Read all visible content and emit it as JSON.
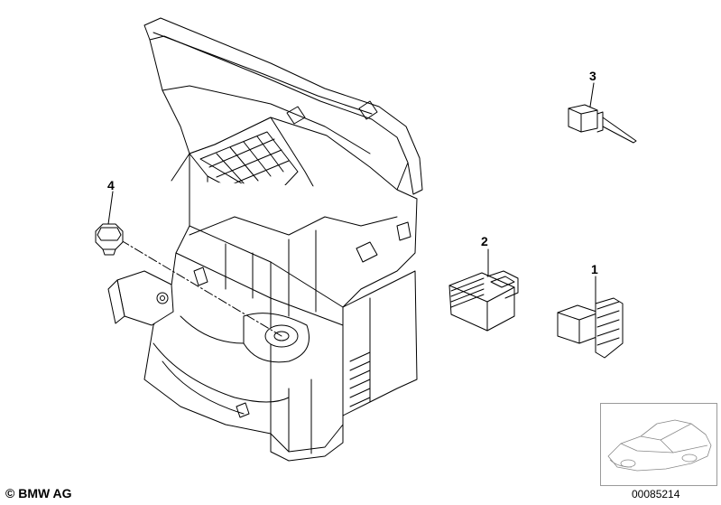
{
  "callouts": {
    "part1": "1",
    "part2": "2",
    "part3": "3",
    "part4": "4"
  },
  "footer": {
    "copyright": "© BMW AG",
    "document_number": "00085214"
  },
  "colors": {
    "line": "#000000",
    "frame": "#9a9a9a",
    "background": "#ffffff"
  }
}
